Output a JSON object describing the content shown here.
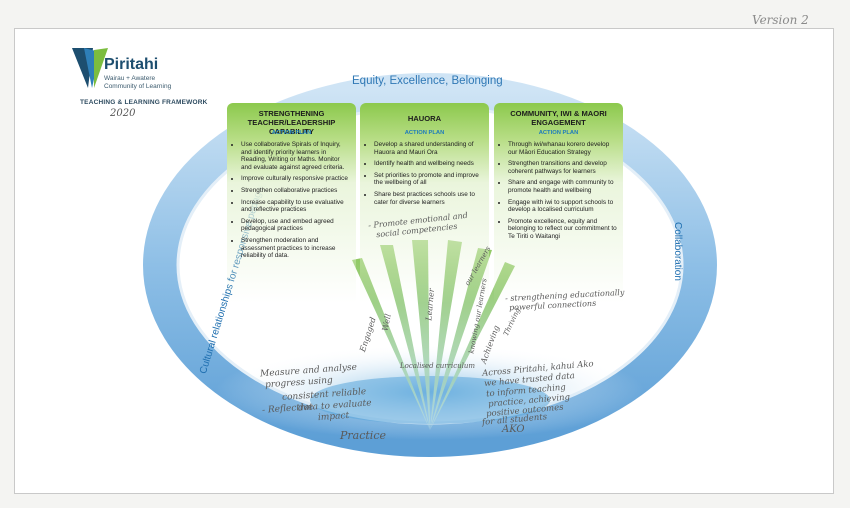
{
  "version_note": "Version 2",
  "brand": {
    "name": "Piritahi",
    "line1": "Wairau + Awatere",
    "line2": "Community of Learning",
    "framework_title": "TEACHING & LEARNING FRAMEWORK",
    "year": "2020"
  },
  "ring": {
    "top": "Equity, Excellence, Belonging",
    "right": "Collaboration",
    "left": "Cultural relationships for responsive pedagogies"
  },
  "columns": [
    {
      "title": "STRENGTHENING TEACHER/LEADERSHIP CAPABILITY",
      "action": "ACTION PLAN",
      "items": [
        "Use collaborative Spirals of Inquiry, and identify priority learners in Reading, Writing or Maths. Monitor and evaluate against agreed criteria.",
        "Improve culturally responsive practice",
        "Strengthen collaborative practices",
        "Increase capability to use evaluative and reflective practices",
        "Develop, use and embed agreed pedagogical practices",
        "Strengthen moderation and assessment practices to increase reliability of data."
      ]
    },
    {
      "title": "HAUORA",
      "action": "ACTION PLAN",
      "items": [
        "Develop a shared understanding of Hauora and Mauri Ora",
        "Identify health and wellbeing needs",
        "Set priorities to promote and improve the wellbeing of all",
        "Share best practices schools use to cater for diverse learners"
      ]
    },
    {
      "title": "COMMUNITY, IWI & MAORI ENGAGEMENT",
      "action": "ACTION PLAN",
      "items": [
        "Through iwi/whanau korero develop our Māori Education Strategy",
        "Strengthen transitions and develop coherent pathways for learners",
        "Share and engage with community to promote health and wellbeing",
        "Engage with iwi to support schools to develop a localised curriculum",
        "Promote excellence, equity and belonging to reflect our commitment to Te Tiriti o Waitangi"
      ]
    }
  ],
  "handwriting": {
    "hauora_note_1": "- Promote emotional and",
    "hauora_note_2": "social competencies",
    "community_note_1": "- strengthening educationally",
    "community_note_2": "powerful connections",
    "left_note_1": "Measure and analyse",
    "left_note_2": "progress using",
    "left_note_3": "consistent reliable",
    "left_note_4": "data to evaluate",
    "left_note_5": "impact",
    "left_note_6": "- Reflective",
    "practice": "Practice",
    "right_note_1": "Across Piritahi, kahui Ako",
    "right_note_2": "we have trusted data",
    "right_note_3": "to inform teaching",
    "right_note_4": "practice, achieving",
    "right_note_5": "positive outcomes",
    "right_note_6": "for all students",
    "ako": "AKO",
    "stem_learner": "Learner",
    "stem_thriving": "Thriving",
    "stem_engaged": "Engaged",
    "stem_well": "Well",
    "stem_achieving": "Achieving",
    "stem_knowing": "knowing our learners",
    "stem_local": "Localised curriculum",
    "stem_our": "our learners"
  }
}
